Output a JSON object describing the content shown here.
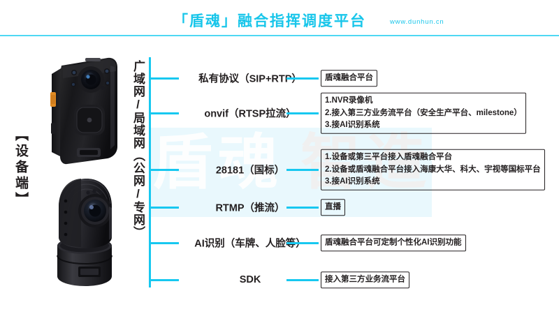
{
  "header": {
    "title": "「盾魂」融合指挥调度平台",
    "url": "www.dunhun.cn",
    "accent_color": "#19c6ea"
  },
  "watermark": {
    "blue_text": "盾魂",
    "gray_text": "智造"
  },
  "left_panel": {
    "vertical_label": "【设备端】",
    "devices": [
      {
        "name": "body-worn-camera",
        "caption": ""
      },
      {
        "name": "ptz-dome-camera",
        "caption": ""
      }
    ]
  },
  "network_column": {
    "vertical_label": "广域网/局域网（公网/专网）"
  },
  "rows": [
    {
      "protocol": "私有协议（SIP+RTP）",
      "target_lines": [
        "盾魂融合平台"
      ]
    },
    {
      "protocol": "onvif（RTSP拉流）",
      "target_lines": [
        "1.NVR录像机",
        "2.接入第三方业务流平台（安全生产平台、milestone）",
        "3.接AI识别系统"
      ]
    },
    {
      "protocol": "28181（国标）",
      "target_lines": [
        "1.设备或第三平台接入盾魂融合平台",
        "2.设备或盾魂融合平台接入海康大华、科大、宇视等国标平台",
        "3.接AI识别系统"
      ]
    },
    {
      "protocol": "RTMP（推流）",
      "target_lines": [
        "直播"
      ]
    },
    {
      "protocol": "AI识别（车牌、人脸等）",
      "target_lines": [
        "盾魂融合平台可定制个性化AI识别功能"
      ]
    },
    {
      "protocol": "SDK",
      "target_lines": [
        "接入第三方业务流平台"
      ]
    }
  ]
}
